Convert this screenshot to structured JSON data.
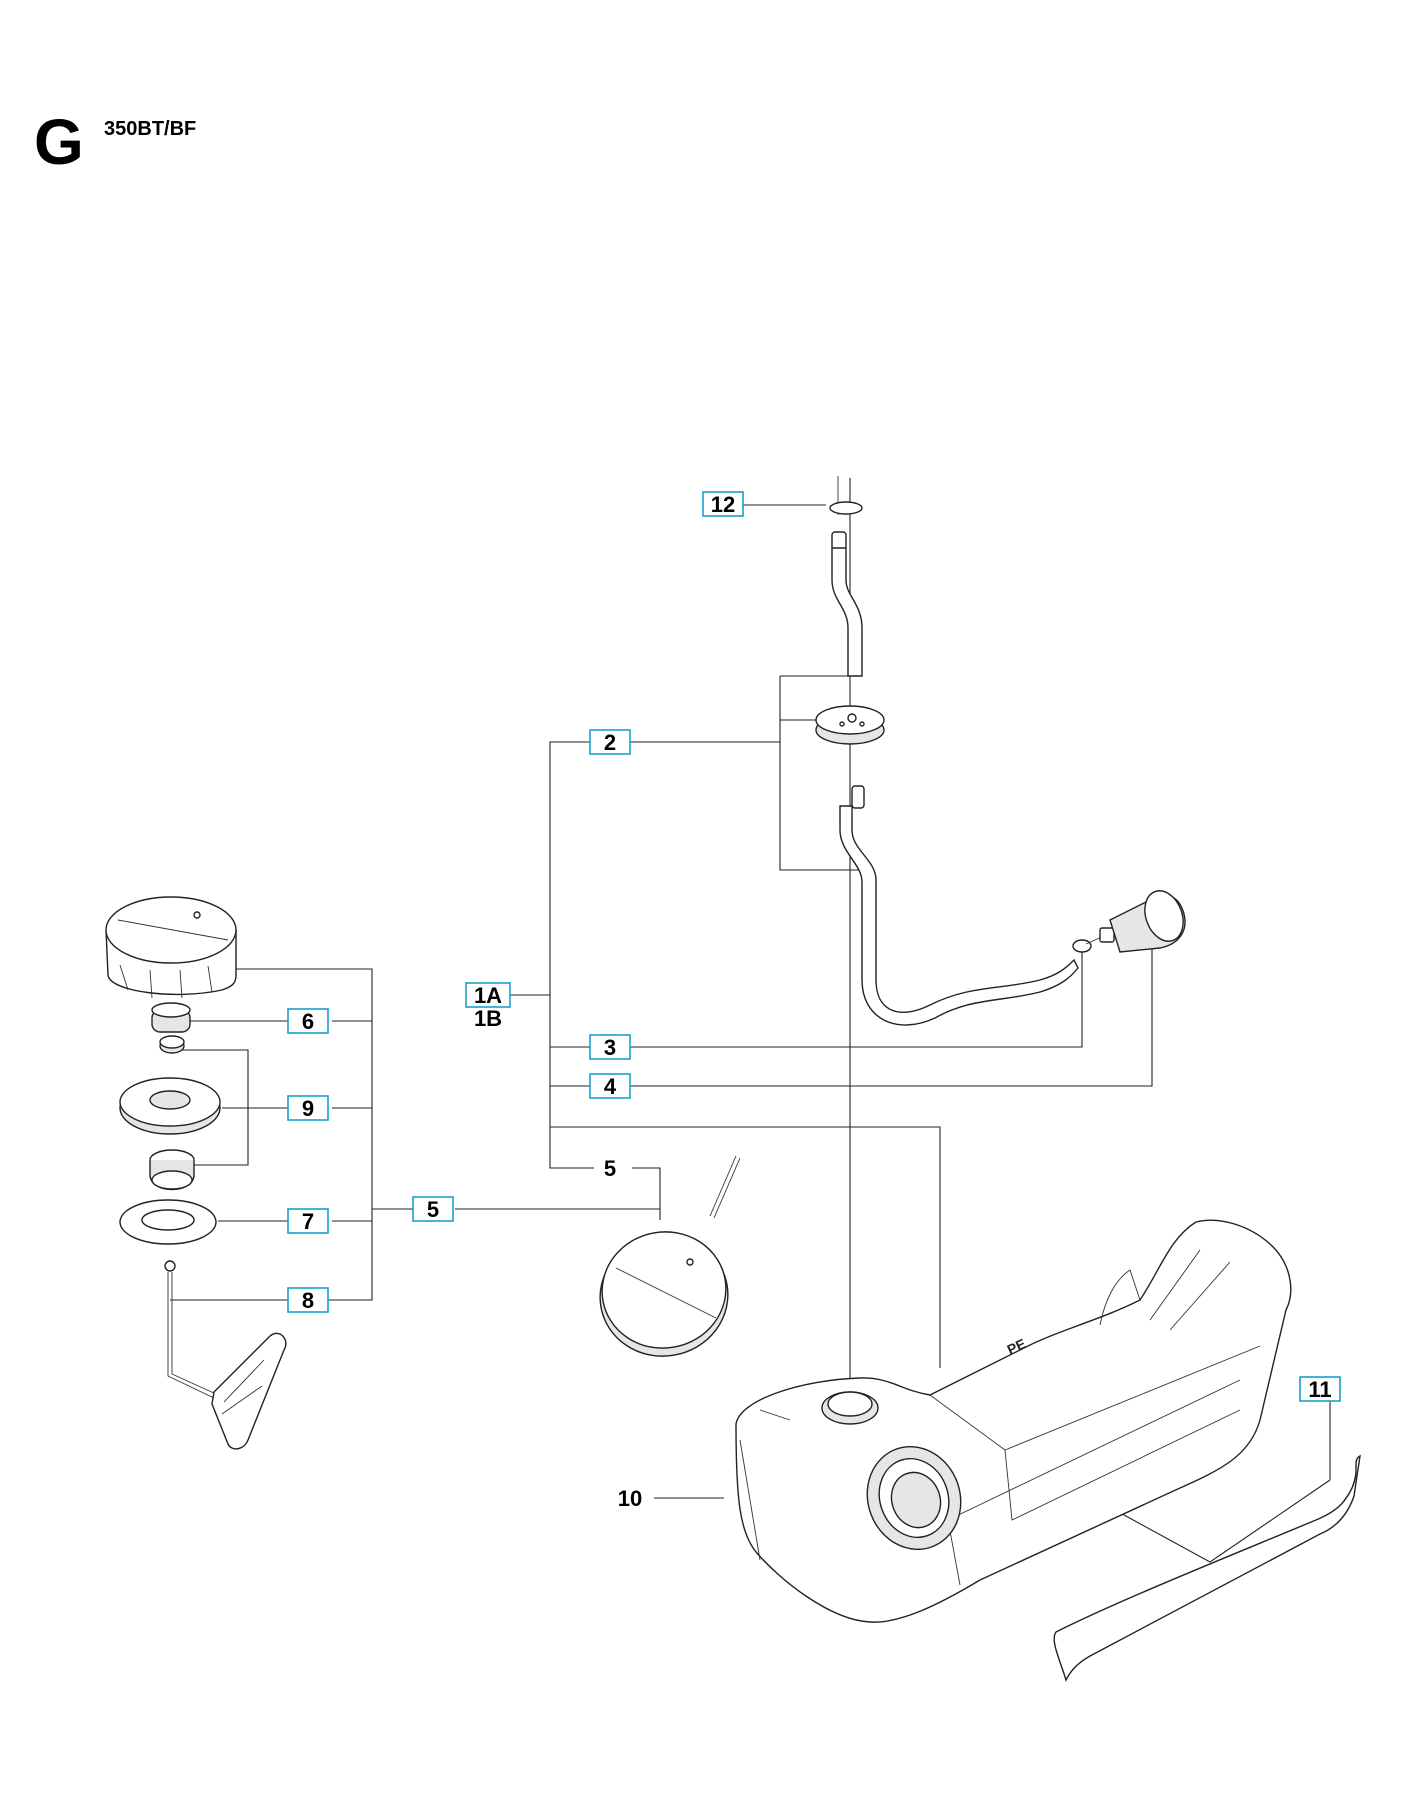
{
  "header": {
    "section_letter": "G",
    "model": "350BT/BF"
  },
  "callouts": {
    "c12": "12",
    "c2": "2",
    "c1a": "1A",
    "c1b": "1B",
    "c3": "3",
    "c4": "4",
    "c5_top": "5",
    "c5_boxed": "5",
    "c6": "6",
    "c9": "9",
    "c7": "7",
    "c8": "8",
    "c10": "10",
    "c11": "11"
  },
  "tank_marking": "PE"
}
